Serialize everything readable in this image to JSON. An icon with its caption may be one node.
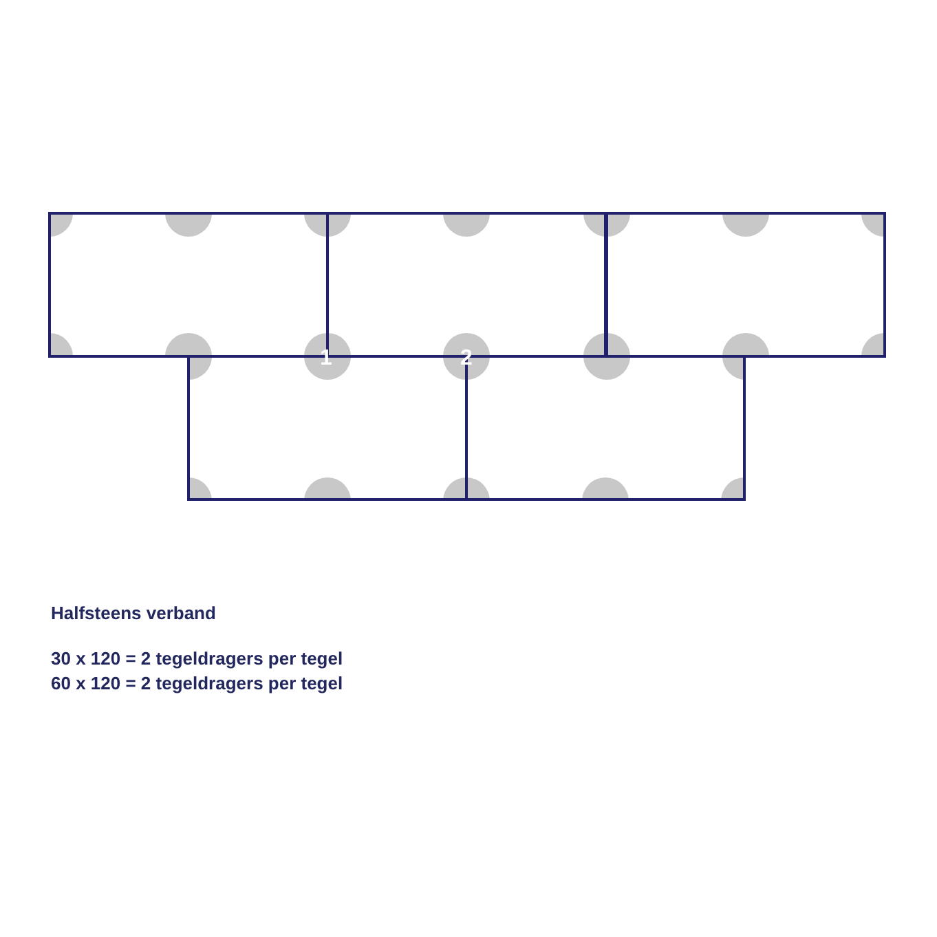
{
  "diagram": {
    "title": "Halfsteens verband",
    "labels": [
      "1",
      "2",
      "30 x 120 = 2 tegeldragers per tegel",
      "60 x 120 = 2 tegeldragers per tegel"
    ]
  }
}
